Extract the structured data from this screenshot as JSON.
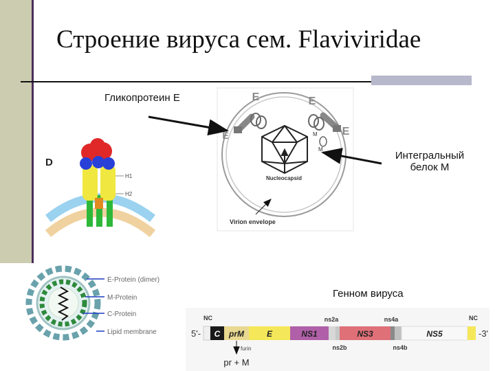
{
  "slide": {
    "title": "Строение вируса сем. Flaviviridae",
    "labels": {
      "glycoprotein": "Гликопротеин Е",
      "integral_line1": "Интегральный",
      "integral_line2": "белок М",
      "genome": "Генном вируса"
    }
  },
  "virion_diagram": {
    "e_labels": [
      "E",
      "E",
      "E",
      "E"
    ],
    "m_labels": [
      "M",
      "M"
    ],
    "nucleocapsid": "Nucleocapsid",
    "envelope": "Virion envelope"
  },
  "dimer_diagram": {
    "panel_letter": "D",
    "h1": "H1",
    "h2": "H2"
  },
  "crosssection_diagram": {
    "legend": [
      "E-Protein (dimer)",
      "M-Protein",
      "C-Protein",
      "Lipid membrane"
    ]
  },
  "genome_diagram": {
    "five_prime": "5'-",
    "three_prime": "-3'",
    "nc_left": "NC",
    "nc_right": "NC",
    "segments": [
      "C",
      "prM",
      "E",
      "NS1",
      "NS3",
      "NS5"
    ],
    "top_labels": [
      "ns2a",
      "ns4a"
    ],
    "bottom_labels": [
      "ns2b",
      "ns4b"
    ],
    "furin": "furin",
    "prm_cleavage": "pr + M"
  },
  "colors": {
    "sidebar": "#ccccb0",
    "title_bar": "#b8b8cc",
    "c_segment": "#1a1a1a",
    "prm_segment": "#e8d890",
    "e_segment": "#f4e85a",
    "ns1_segment": "#b060a8",
    "ns3_segment": "#e07078",
    "ns5_segment": "#f8f8f8"
  }
}
